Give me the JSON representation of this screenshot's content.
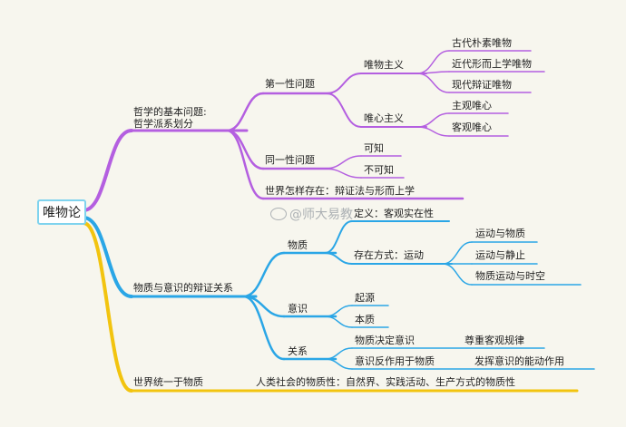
{
  "root": {
    "label": "唯物论"
  },
  "watermark": {
    "text": "@师大易教"
  },
  "colors": {
    "purple": "#b45fe0",
    "blue": "#2aa6e6",
    "yellow": "#f2c40f",
    "root_border": "#7fd3ee"
  },
  "branch_philosophy": {
    "line1": "哲学的基本问题:",
    "line2": "哲学派系划分",
    "first_question": {
      "label": "第一性问题",
      "materialism": {
        "label": "唯物主义",
        "items": [
          "古代朴素唯物",
          "近代形而上学唯物",
          "现代辩证唯物"
        ]
      },
      "idealism": {
        "label": "唯心主义",
        "items": [
          "主观唯心",
          "客观唯心"
        ]
      }
    },
    "identity_question": {
      "label": "同一性问题",
      "items": [
        "可知",
        "不可知"
      ]
    },
    "world_existence": {
      "label": "世界怎样存在：辩证法与形而上学"
    }
  },
  "branch_dialectic": {
    "label": "物质与意识的辩证关系",
    "matter": {
      "label": "物质",
      "definition": "定义：客观实在性",
      "existence": {
        "label": "存在方式：运动",
        "items": [
          "运动与物质",
          "运动与静止",
          "物质运动与时空"
        ]
      }
    },
    "consciousness": {
      "label": "意识",
      "items": [
        "起源",
        "本质"
      ]
    },
    "relation": {
      "label": "关系",
      "items": [
        {
          "label": "物质决定意识",
          "result": "尊重客观规律"
        },
        {
          "label": "意识反作用于物质",
          "result": "发挥意识的能动作用"
        }
      ]
    }
  },
  "branch_unity": {
    "label": "世界统一于物质",
    "detail": "人类社会的物质性：自然界、实践活动、生产方式的物质性"
  }
}
